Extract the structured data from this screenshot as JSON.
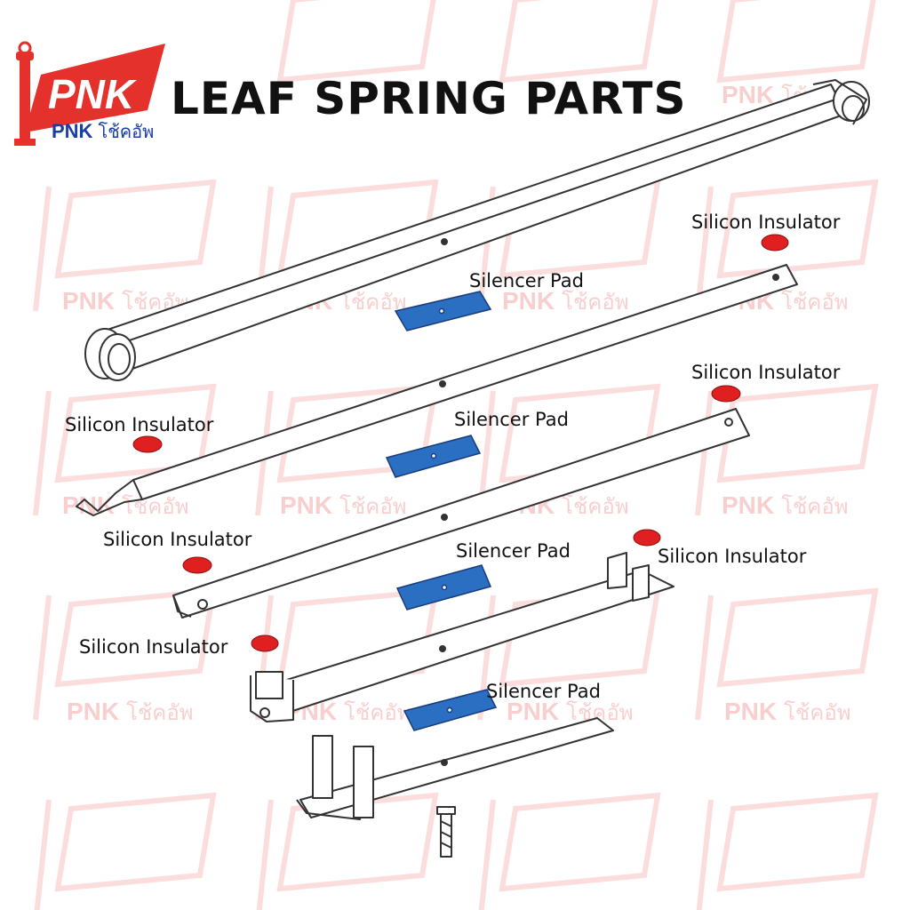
{
  "title": "LEAF SPRING PARTS",
  "brand": {
    "logo_text": "PNK",
    "name": "PNK",
    "subtitle_thai": "โช้คอัพ"
  },
  "watermark": {
    "text": "PNK",
    "subtitle_thai": "โช้คอัพ"
  },
  "labels": {
    "silicon_insulator_1": "Silicon Insulator",
    "silencer_pad_1": "Silencer Pad",
    "silicon_insulator_2": "Silicon Insulator",
    "silicon_insulator_3": "Silicon Insulator",
    "silencer_pad_2": "Silencer Pad",
    "silicon_insulator_4": "Silicon Insulator",
    "silencer_pad_3": "Silencer Pad",
    "silicon_insulator_5": "Silicon Insulator",
    "silicon_insulator_6": "Silicon Insulator",
    "silencer_pad_4": "Silencer Pad"
  },
  "colors": {
    "brand_red": "#e4312b",
    "brand_blue": "#1a3ea8",
    "silencer_pad": "#2a6fc2",
    "silicon_insulator": "#e02020",
    "outline": "#333333"
  }
}
